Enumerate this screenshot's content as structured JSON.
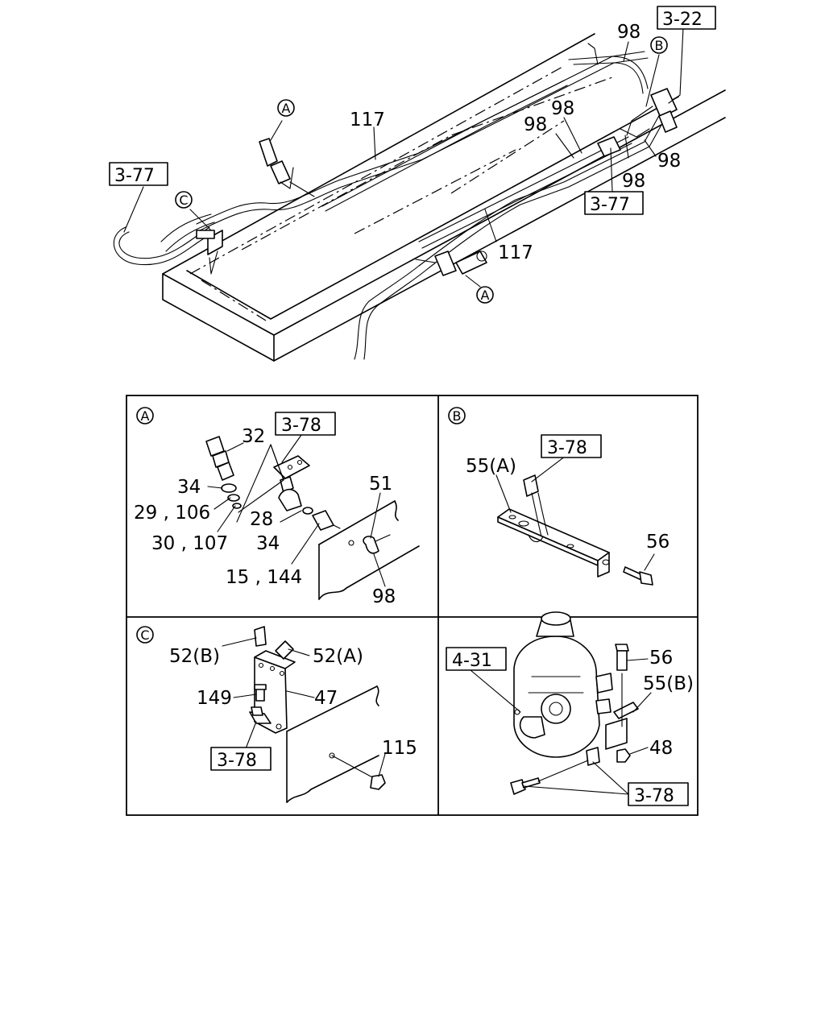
{
  "main_view": {
    "ref_3_22": "3-22",
    "ref_3_77_left": "3-77",
    "ref_3_77_right": "3-77",
    "label_98_top": "98",
    "label_98_mid_a": "98",
    "label_98_mid_b": "98",
    "label_98_right": "98",
    "label_98_lower": "98",
    "label_117_top": "117",
    "label_117_bottom": "117",
    "callout_a_top": "A",
    "callout_a_bottom": "A",
    "callout_b": "B",
    "callout_c": "C"
  },
  "panel_a": {
    "callout": "A",
    "ref_3_78": "3-78",
    "label_32": "32",
    "label_34_left": "34",
    "label_29_106": "29 , 106",
    "label_28": "28",
    "label_30_107": "30 , 107",
    "label_34_right": "34",
    "label_51": "51",
    "label_15_144": "15 , 144",
    "label_98": "98"
  },
  "panel_b": {
    "callout": "B",
    "ref_3_78": "3-78",
    "label_55a": "55(A)",
    "label_56": "56"
  },
  "panel_c": {
    "callout": "C",
    "label_52b": "52(B)",
    "label_52a": "52(A)",
    "label_149": "149",
    "label_47": "47",
    "ref_3_78": "3-78",
    "label_115": "115"
  },
  "panel_d": {
    "ref_4_31": "4-31",
    "label_56": "56",
    "label_55b": "55(B)",
    "label_48": "48",
    "ref_3_78": "3-78"
  }
}
